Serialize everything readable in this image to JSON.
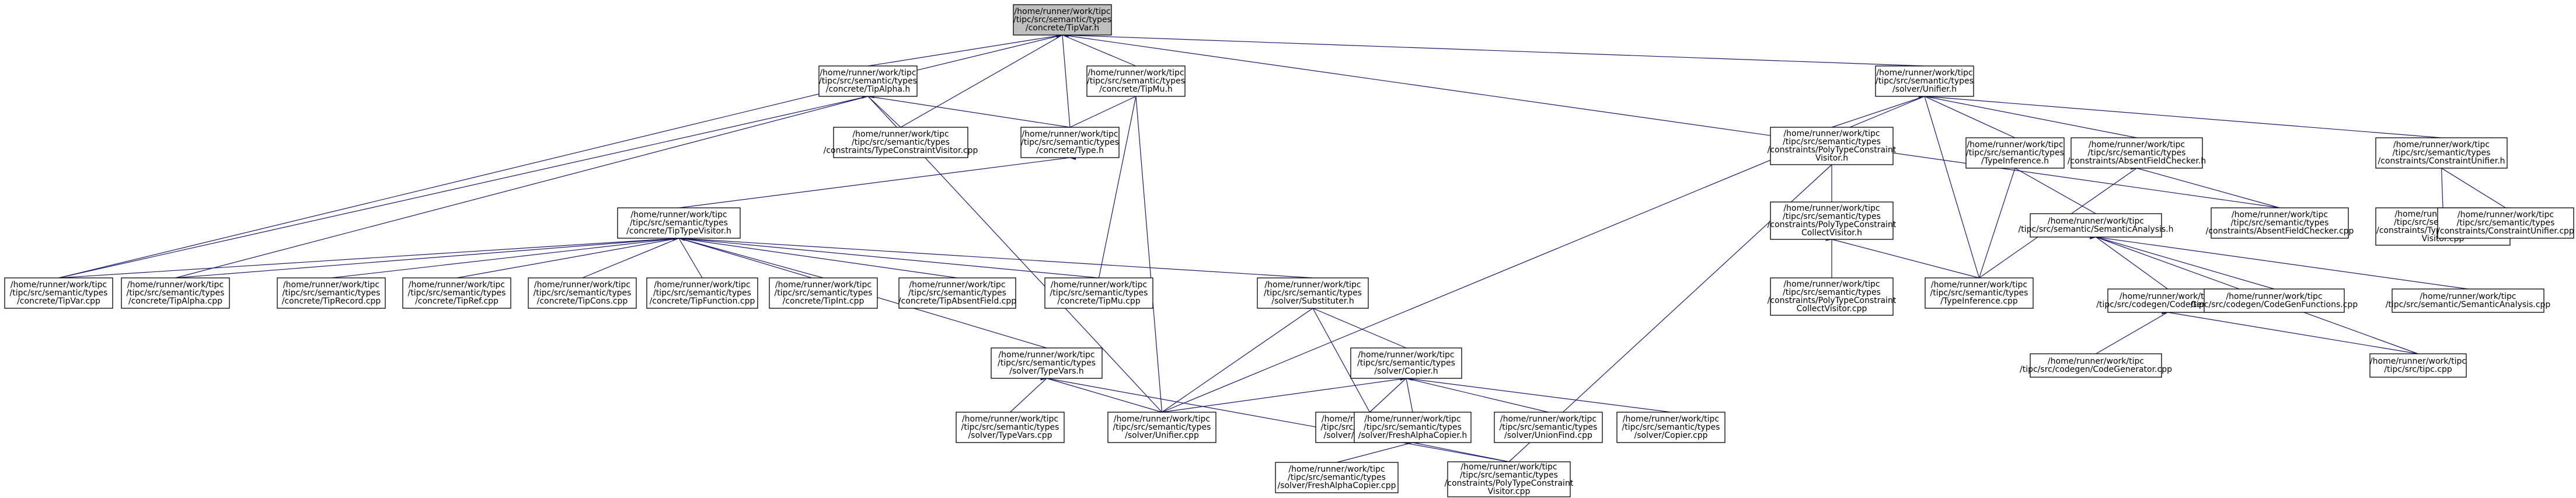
{
  "graph": {
    "root": "tip_var_h",
    "colors": {
      "root_fill": "#bfbfbf",
      "node_fill": "#ffffff",
      "node_stroke": "#000000",
      "edge": "#191970"
    },
    "nodes": [
      {
        "id": "tip_var_h",
        "lines": [
          "/home/runner/work/tipc",
          "/tipc/src/semantic/types",
          "/concrete/TipVar.h"
        ]
      },
      {
        "id": "tip_alpha_h",
        "lines": [
          "/home/runner/work/tipc",
          "/tipc/src/semantic/types",
          "/concrete/TipAlpha.h"
        ]
      },
      {
        "id": "tip_mu_h",
        "lines": [
          "/home/runner/work/tipc",
          "/tipc/src/semantic/types",
          "/concrete/TipMu.h"
        ]
      },
      {
        "id": "unifier_h",
        "lines": [
          "/home/runner/work/tipc",
          "/tipc/src/semantic/types",
          "/solver/Unifier.h"
        ]
      },
      {
        "id": "type_constraint_visitor_cpp",
        "lines": [
          "/home/runner/work/tipc",
          "/tipc/src/semantic/types",
          "/constraints/TypeConstraintVisitor.cpp"
        ]
      },
      {
        "id": "type_h",
        "lines": [
          "/home/runner/work/tipc",
          "/tipc/src/semantic/types",
          "/concrete/Type.h"
        ]
      },
      {
        "id": "tip_type_visitor_h",
        "lines": [
          "/home/runner/work/tipc",
          "/tipc/src/semantic/types",
          "/concrete/TipTypeVisitor.h"
        ]
      },
      {
        "id": "tip_var_cpp",
        "lines": [
          "/home/runner/work/tipc",
          "/tipc/src/semantic/types",
          "/concrete/TipVar.cpp"
        ]
      },
      {
        "id": "tip_alpha_cpp",
        "lines": [
          "/home/runner/work/tipc",
          "/tipc/src/semantic/types",
          "/concrete/TipAlpha.cpp"
        ]
      },
      {
        "id": "tip_record_cpp",
        "lines": [
          "/home/runner/work/tipc",
          "/tipc/src/semantic/types",
          "/concrete/TipRecord.cpp"
        ]
      },
      {
        "id": "tip_ref_cpp",
        "lines": [
          "/home/runner/work/tipc",
          "/tipc/src/semantic/types",
          "/concrete/TipRef.cpp"
        ]
      },
      {
        "id": "tip_cons_cpp",
        "lines": [
          "/home/runner/work/tipc",
          "/tipc/src/semantic/types",
          "/concrete/TipCons.cpp"
        ]
      },
      {
        "id": "tip_function_cpp",
        "lines": [
          "/home/runner/work/tipc",
          "/tipc/src/semantic/types",
          "/concrete/TipFunction.cpp"
        ]
      },
      {
        "id": "tip_int_cpp",
        "lines": [
          "/home/runner/work/tipc",
          "/tipc/src/semantic/types",
          "/concrete/TipInt.cpp"
        ]
      },
      {
        "id": "tip_absent_field_cpp",
        "lines": [
          "/home/runner/work/tipc",
          "/tipc/src/semantic/types",
          "/concrete/TipAbsentField.cpp"
        ]
      },
      {
        "id": "tip_mu_cpp",
        "lines": [
          "/home/runner/work/tipc",
          "/tipc/src/semantic/types",
          "/concrete/TipMu.cpp"
        ]
      },
      {
        "id": "substituter_h",
        "lines": [
          "/home/runner/work/tipc",
          "/tipc/src/semantic/types",
          "/solver/Substituter.h"
        ]
      },
      {
        "id": "type_vars_h",
        "lines": [
          "/home/runner/work/tipc",
          "/tipc/src/semantic/types",
          "/solver/TypeVars.h"
        ]
      },
      {
        "id": "copier_h",
        "lines": [
          "/home/runner/work/tipc",
          "/tipc/src/semantic/types",
          "/solver/Copier.h"
        ]
      },
      {
        "id": "type_vars_cpp",
        "lines": [
          "/home/runner/work/tipc",
          "/tipc/src/semantic/types",
          "/solver/TypeVars.cpp"
        ]
      },
      {
        "id": "unifier_cpp",
        "lines": [
          "/home/runner/work/tipc",
          "/tipc/src/semantic/types",
          "/solver/Unifier.cpp"
        ]
      },
      {
        "id": "substituter_cpp",
        "lines": [
          "/home/runner/work/tipc",
          "/tipc/src/semantic/types",
          "/solver/Substituter.cpp"
        ]
      },
      {
        "id": "fresh_alpha_copier_h",
        "lines": [
          "/home/runner/work/tipc",
          "/tipc/src/semantic/types",
          "/solver/FreshAlphaCopier.h"
        ]
      },
      {
        "id": "union_find_cpp",
        "lines": [
          "/home/runner/work/tipc",
          "/tipc/src/semantic/types",
          "/solver/UnionFind.cpp"
        ]
      },
      {
        "id": "copier_cpp",
        "lines": [
          "/home/runner/work/tipc",
          "/tipc/src/semantic/types",
          "/solver/Copier.cpp"
        ]
      },
      {
        "id": "fresh_alpha_copier_cpp",
        "lines": [
          "/home/runner/work/tipc",
          "/tipc/src/semantic/types",
          "/solver/FreshAlphaCopier.cpp"
        ]
      },
      {
        "id": "poly_type_constraint_visitor_cpp",
        "lines": [
          "/home/runner/work/tipc",
          "/tipc/src/semantic/types",
          "/constraints/PolyTypeConstraint",
          "Visitor.cpp"
        ]
      },
      {
        "id": "poly_type_constraint_visitor_h",
        "lines": [
          "/home/runner/work/tipc",
          "/tipc/src/semantic/types",
          "/constraints/PolyTypeConstraint",
          "Visitor.h"
        ]
      },
      {
        "id": "type_inference_h",
        "lines": [
          "/home/runner/work/tipc",
          "/tipc/src/semantic/types",
          "/TypeInference.h"
        ]
      },
      {
        "id": "absent_field_checker_h",
        "lines": [
          "/home/runner/work/tipc",
          "/tipc/src/semantic/types",
          "/constraints/AbsentFieldChecker.h"
        ]
      },
      {
        "id": "constraint_unifier_h",
        "lines": [
          "/home/runner/work/tipc",
          "/tipc/src/semantic/types",
          "/constraints/ConstraintUnifier.h"
        ]
      },
      {
        "id": "poly_type_constraint_collect_visitor_h",
        "lines": [
          "/home/runner/work/tipc",
          "/tipc/src/semantic/types",
          "/constraints/PolyTypeConstraint",
          "CollectVisitor.h"
        ]
      },
      {
        "id": "semantic_analysis_h",
        "lines": [
          "/home/runner/work/tipc",
          "/tipc/src/semantic/SemanticAnalysis.h"
        ]
      },
      {
        "id": "absent_field_checker_cpp",
        "lines": [
          "/home/runner/work/tipc",
          "/tipc/src/semantic/types",
          "/constraints/AbsentFieldChecker.cpp"
        ]
      },
      {
        "id": "type_constraint_unify_visitor_cpp",
        "lines": [
          "/home/runner/work/tipc",
          "/tipc/src/semantic/types",
          "/constraints/TypeConstraintUnify",
          "Visitor.cpp"
        ]
      },
      {
        "id": "constraint_unifier_cpp",
        "lines": [
          "/home/runner/work/tipc",
          "/tipc/src/semantic/types",
          "/constraints/ConstraintUnifier.cpp"
        ]
      },
      {
        "id": "poly_type_constraint_collect_visitor_cpp",
        "lines": [
          "/home/runner/work/tipc",
          "/tipc/src/semantic/types",
          "/constraints/PolyTypeConstraint",
          "CollectVisitor.cpp"
        ]
      },
      {
        "id": "type_inference_cpp",
        "lines": [
          "/home/runner/work/tipc",
          "/tipc/src/semantic/types",
          "/TypeInference.cpp"
        ]
      },
      {
        "id": "code_generator_h",
        "lines": [
          "/home/runner/work/tipc",
          "/tipc/src/codegen/CodeGenerator.h"
        ]
      },
      {
        "id": "code_gen_functions_cpp",
        "lines": [
          "/home/runner/work/tipc",
          "/tipc/src/codegen/CodeGenFunctions.cpp"
        ]
      },
      {
        "id": "semantic_analysis_cpp",
        "lines": [
          "/home/runner/work/tipc",
          "/tipc/src/semantic/SemanticAnalysis.cpp"
        ]
      },
      {
        "id": "code_generator_cpp",
        "lines": [
          "/home/runner/work/tipc",
          "/tipc/src/codegen/CodeGenerator.cpp"
        ]
      },
      {
        "id": "tipc_cpp",
        "lines": [
          "/home/runner/work/tipc",
          "/tipc/src/tipc.cpp"
        ]
      }
    ],
    "edges": [
      [
        "tip_var_h",
        "tip_alpha_h"
      ],
      [
        "tip_var_h",
        "tip_mu_h"
      ],
      [
        "tip_var_h",
        "unifier_h"
      ],
      [
        "tip_var_h",
        "type_constraint_visitor_cpp"
      ],
      [
        "tip_var_h",
        "type_h"
      ],
      [
        "tip_var_h",
        "tip_var_cpp"
      ],
      [
        "tip_var_h",
        "absent_field_checker_cpp"
      ],
      [
        "tip_alpha_h",
        "type_constraint_visitor_cpp"
      ],
      [
        "tip_alpha_h",
        "type_h"
      ],
      [
        "tip_alpha_h",
        "tip_var_cpp"
      ],
      [
        "tip_alpha_h",
        "tip_alpha_cpp"
      ],
      [
        "tip_alpha_h",
        "unifier_cpp"
      ],
      [
        "tip_mu_h",
        "type_h"
      ],
      [
        "tip_mu_h",
        "tip_mu_cpp"
      ],
      [
        "tip_mu_h",
        "unifier_cpp"
      ],
      [
        "type_h",
        "tip_type_visitor_h"
      ],
      [
        "tip_type_visitor_h",
        "tip_var_cpp"
      ],
      [
        "tip_type_visitor_h",
        "tip_alpha_cpp"
      ],
      [
        "tip_type_visitor_h",
        "tip_record_cpp"
      ],
      [
        "tip_type_visitor_h",
        "tip_ref_cpp"
      ],
      [
        "tip_type_visitor_h",
        "tip_cons_cpp"
      ],
      [
        "tip_type_visitor_h",
        "tip_function_cpp"
      ],
      [
        "tip_type_visitor_h",
        "tip_int_cpp"
      ],
      [
        "tip_type_visitor_h",
        "tip_absent_field_cpp"
      ],
      [
        "tip_type_visitor_h",
        "tip_mu_cpp"
      ],
      [
        "tip_type_visitor_h",
        "substituter_h"
      ],
      [
        "tip_type_visitor_h",
        "type_vars_h"
      ],
      [
        "substituter_h",
        "copier_h"
      ],
      [
        "substituter_h",
        "unifier_cpp"
      ],
      [
        "substituter_h",
        "substituter_cpp"
      ],
      [
        "type_vars_h",
        "type_vars_cpp"
      ],
      [
        "type_vars_h",
        "unifier_cpp"
      ],
      [
        "type_vars_h",
        "poly_type_constraint_visitor_cpp"
      ],
      [
        "copier_h",
        "unifier_cpp"
      ],
      [
        "copier_h",
        "substituter_cpp"
      ],
      [
        "copier_h",
        "fresh_alpha_copier_h"
      ],
      [
        "copier_h",
        "union_find_cpp"
      ],
      [
        "copier_h",
        "copier_cpp"
      ],
      [
        "fresh_alpha_copier_h",
        "fresh_alpha_copier_cpp"
      ],
      [
        "fresh_alpha_copier_h",
        "poly_type_constraint_visitor_cpp"
      ],
      [
        "unifier_h",
        "poly_type_constraint_visitor_h"
      ],
      [
        "unifier_h",
        "type_inference_h"
      ],
      [
        "unifier_h",
        "absent_field_checker_h"
      ],
      [
        "unifier_h",
        "constraint_unifier_h"
      ],
      [
        "unifier_h",
        "unifier_cpp"
      ],
      [
        "unifier_h",
        "type_inference_cpp"
      ],
      [
        "poly_type_constraint_visitor_h",
        "poly_type_constraint_collect_visitor_h"
      ],
      [
        "poly_type_constraint_visitor_h",
        "poly_type_constraint_visitor_cpp"
      ],
      [
        "poly_type_constraint_collect_visitor_h",
        "poly_type_constraint_collect_visitor_cpp"
      ],
      [
        "poly_type_constraint_collect_visitor_h",
        "type_inference_cpp"
      ],
      [
        "type_inference_h",
        "semantic_analysis_h"
      ],
      [
        "type_inference_h",
        "type_inference_cpp"
      ],
      [
        "absent_field_checker_h",
        "absent_field_checker_cpp"
      ],
      [
        "absent_field_checker_h",
        "type_inference_cpp"
      ],
      [
        "constraint_unifier_h",
        "type_constraint_unify_visitor_cpp"
      ],
      [
        "constraint_unifier_h",
        "constraint_unifier_cpp"
      ],
      [
        "semantic_analysis_h",
        "code_generator_h"
      ],
      [
        "semantic_analysis_h",
        "code_gen_functions_cpp"
      ],
      [
        "semantic_analysis_h",
        "semantic_analysis_cpp"
      ],
      [
        "semantic_analysis_h",
        "tipc_cpp"
      ],
      [
        "code_generator_h",
        "code_generator_cpp"
      ],
      [
        "code_generator_h",
        "tipc_cpp"
      ]
    ]
  }
}
